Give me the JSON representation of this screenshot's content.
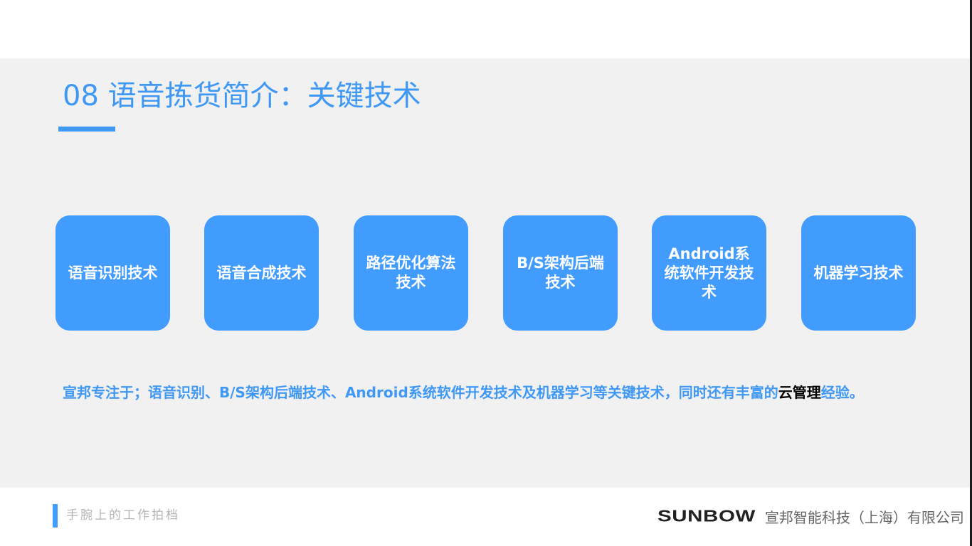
{
  "slide": {
    "title": "08 语音拣货简介：关键技术",
    "cards": [
      {
        "label": "语音识别技术"
      },
      {
        "label": "语音合成技术"
      },
      {
        "label": "路径优化算法技术"
      },
      {
        "label": "B/S架构后端技术"
      },
      {
        "label": "Android系统软件开发技术"
      },
      {
        "label": "机器学习技术"
      }
    ],
    "summary": {
      "part1": "宣邦专注于；语音识别、B/S架构后端技术、Android系统软件开发技术及机器学习等关键技术，同时还有丰富的",
      "part2_dark": "云管理",
      "part3": "经验。"
    }
  },
  "footer": {
    "slogan": "手腕上的工作拍档",
    "logo": "SUNBOW",
    "company": "宣邦智能科技（上海）有限公司"
  },
  "colors": {
    "accent": "#4098f5",
    "card_bg": "#419cfd",
    "band_bg": "#f1f1f1",
    "text_dark": "#000000"
  }
}
